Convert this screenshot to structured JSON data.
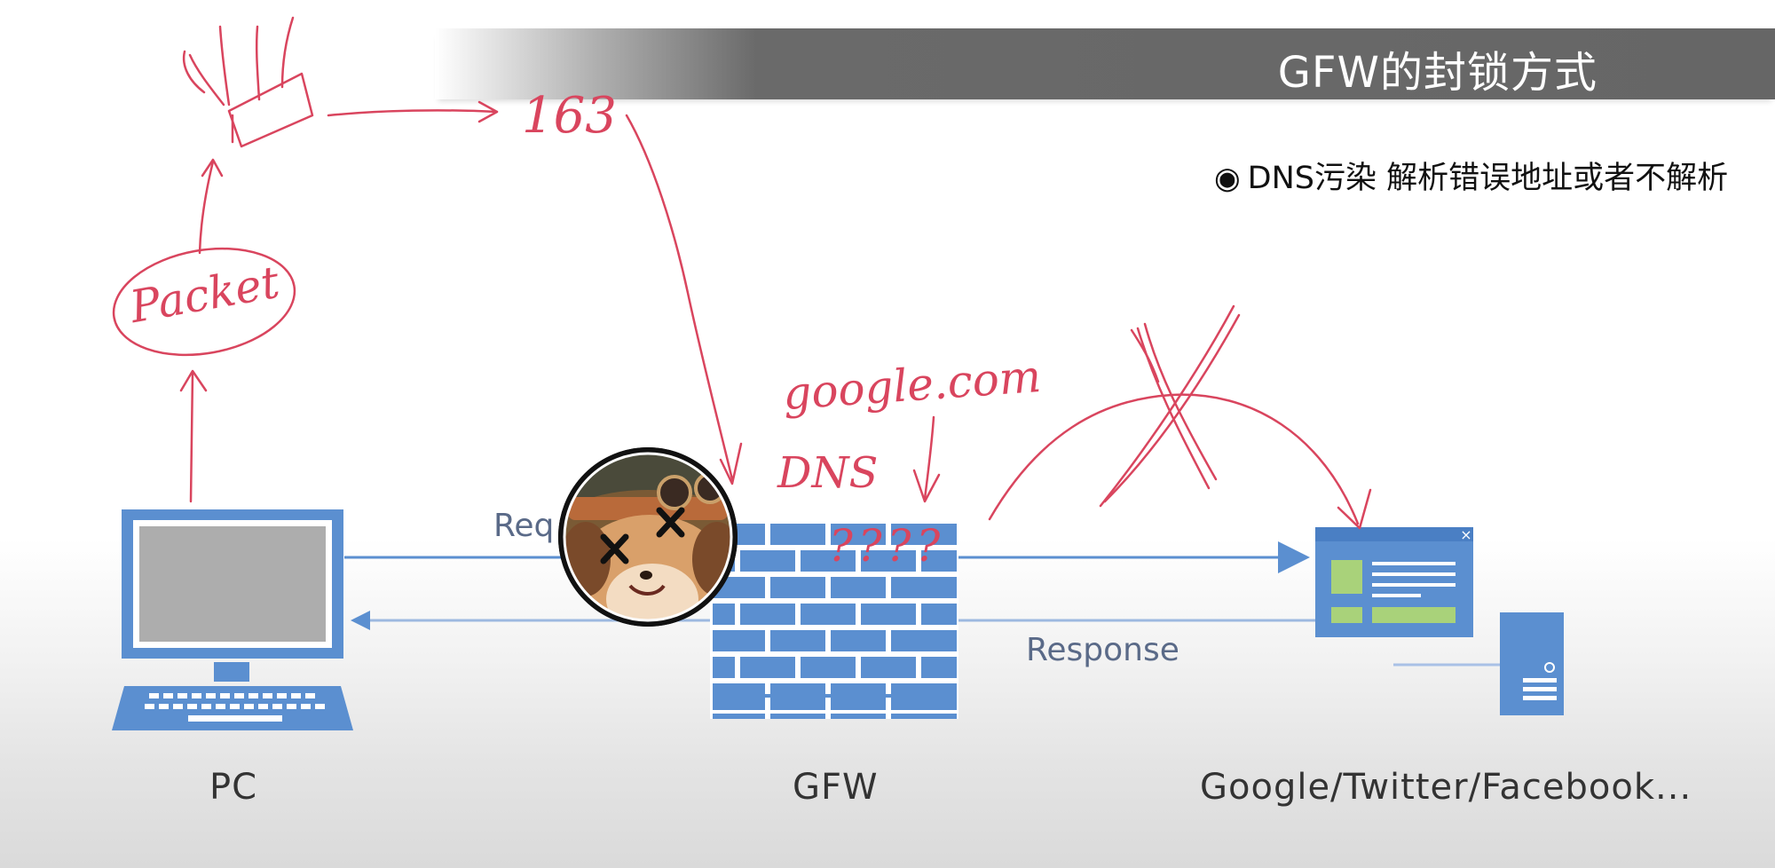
{
  "title": "GFW的封锁方式",
  "bullet": {
    "icon": "filled-circle-icon",
    "text": "DNS污染 解析错误地址或者不解析"
  },
  "nodes": {
    "pc": "PC",
    "gfw": "GFW",
    "server": "Google/Twitter/Facebook..."
  },
  "edges": {
    "request": "Req",
    "response": "Response"
  },
  "annotations": {
    "packet": "Packet",
    "number": "163",
    "domain": "google.com",
    "dns": "DNS",
    "questions": "????"
  },
  "colors": {
    "diagram_blue": "#5b8fd0",
    "ink_red": "#d9455e",
    "title_bar": "#666666"
  }
}
